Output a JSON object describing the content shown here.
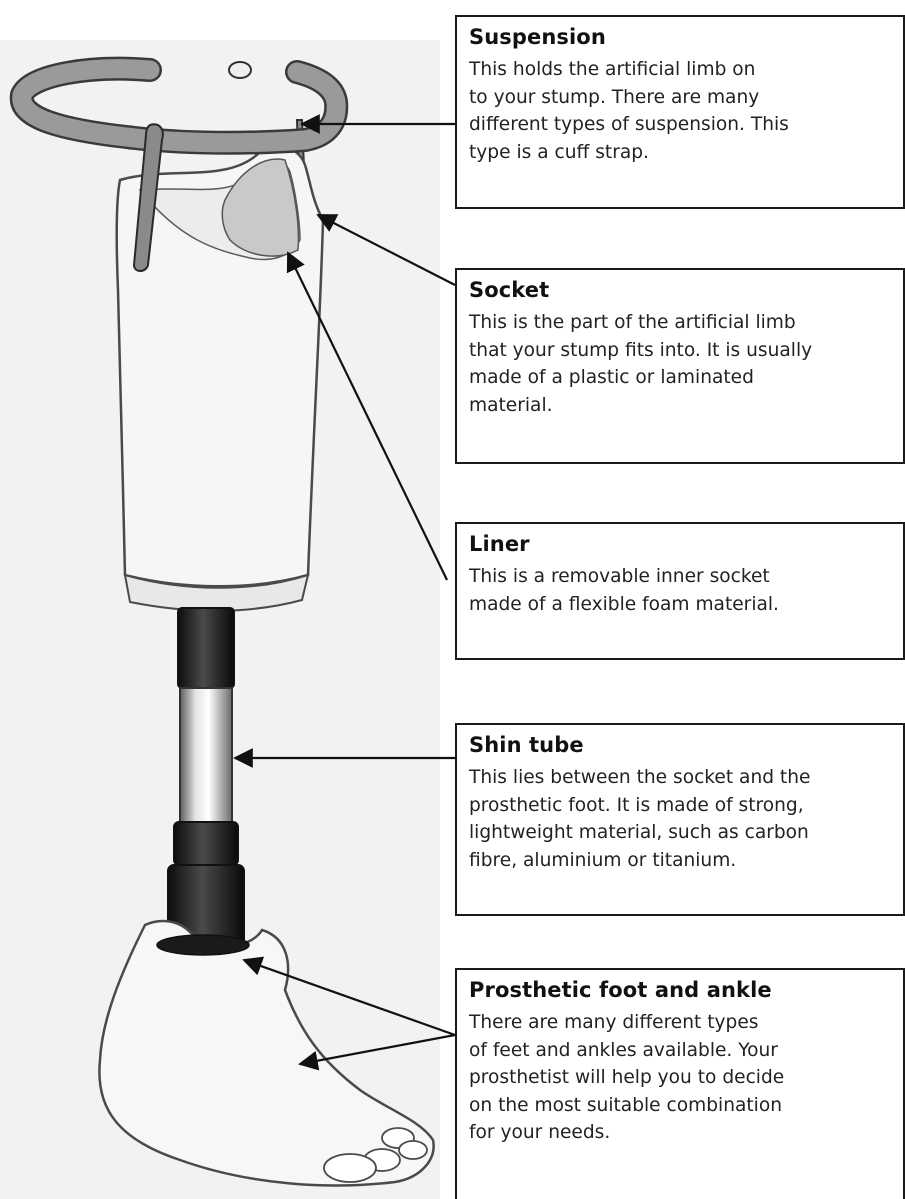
{
  "callouts": {
    "suspension": {
      "title": "Suspension",
      "lines": [
        "This holds the artificial limb on",
        "to your stump. There are many",
        "different types of suspension. This",
        "type is a cuff strap."
      ]
    },
    "socket": {
      "title": "Socket",
      "lines": [
        "This is the part of the artificial limb",
        "that your stump fits into. It is usually",
        "made of a plastic or laminated",
        "material."
      ]
    },
    "liner": {
      "title": "Liner",
      "lines": [
        "This is a removable inner socket",
        "made of a flexible foam material."
      ]
    },
    "shin_tube": {
      "title": "Shin tube",
      "lines": [
        "This lies between the socket and the",
        "prosthetic foot. It is made of strong,",
        "lightweight material, such as carbon",
        "fibre, aluminium or titanium."
      ]
    },
    "foot": {
      "title": "Prosthetic foot and ankle",
      "lines": [
        "There are many different types",
        "of feet and ankles available. Your",
        "prosthetist will help you to decide",
        "on the most suitable combination",
        "for your needs."
      ]
    }
  }
}
